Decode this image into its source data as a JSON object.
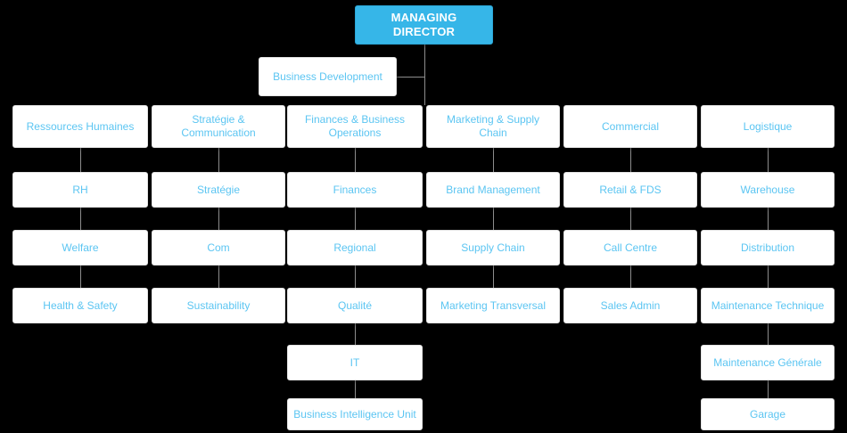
{
  "chart": {
    "title": "Organizational Chart",
    "type": "org-chart",
    "background_color": "#000000",
    "node_fill": "#ffffff",
    "node_border": "#e2e2e2",
    "node_text_color": "#5bc5f2",
    "root_fill": "#36b6e8",
    "root_text_color": "#ffffff",
    "connector_color": "#8d8d8d"
  },
  "root": {
    "label": "MANAGING DIRECTOR"
  },
  "staff": {
    "label": "Business Development"
  },
  "columns": [
    {
      "head": "Ressources Humaines",
      "items": [
        "RH",
        "Welfare",
        "Health & Safety"
      ]
    },
    {
      "head": "Stratégie & Communication",
      "items": [
        "Stratégie",
        "Com",
        "Sustainability"
      ]
    },
    {
      "head": "Finances & Business Operations",
      "items": [
        "Finances",
        "Regional",
        "Qualité",
        "IT",
        "Business Intelligence Unit"
      ]
    },
    {
      "head": "Marketing & Supply Chain",
      "items": [
        "Brand Management",
        "Supply Chain",
        "Marketing Transversal"
      ]
    },
    {
      "head": "Commercial",
      "items": [
        "Retail & FDS",
        "Call Centre",
        "Sales Admin"
      ]
    },
    {
      "head": "Logistique",
      "items": [
        "Warehouse",
        "Distribution",
        "Maintenance Technique",
        "Maintenance Générale",
        "Garage"
      ]
    }
  ]
}
